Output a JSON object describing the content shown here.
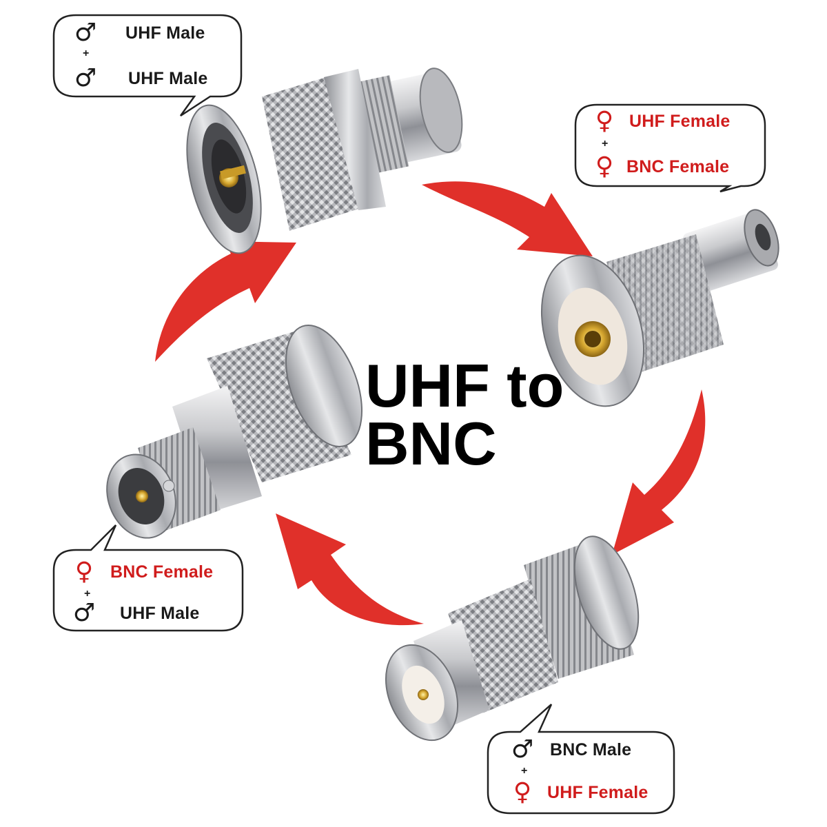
{
  "title": {
    "line1": "UHF to",
    "line2": "BNC"
  },
  "colors": {
    "arrow": "#e0302a",
    "female_text": "#d01c1c",
    "male_text": "#1a1a1a",
    "metal": "#bfc0c4"
  },
  "callouts": {
    "top_left": {
      "first": {
        "symbol": "♂",
        "gender": "male",
        "label": "UHF Male"
      },
      "plus": "+",
      "second": {
        "symbol": "♂",
        "gender": "male",
        "label": "UHF Male"
      }
    },
    "top_right": {
      "first": {
        "symbol": "♀",
        "gender": "female",
        "label": "UHF Female"
      },
      "plus": "+",
      "second": {
        "symbol": "♀",
        "gender": "female",
        "label": "BNC Female"
      }
    },
    "bottom_left": {
      "first": {
        "symbol": "♀",
        "gender": "female",
        "label": "BNC Female"
      },
      "plus": "+",
      "second": {
        "symbol": "♂",
        "gender": "male",
        "label": "UHF Male"
      }
    },
    "bottom_right": {
      "first": {
        "symbol": "♂",
        "gender": "male",
        "label": "BNC Male"
      },
      "plus": "+",
      "second": {
        "symbol": "♀",
        "gender": "female",
        "label": "UHF Female"
      }
    }
  }
}
